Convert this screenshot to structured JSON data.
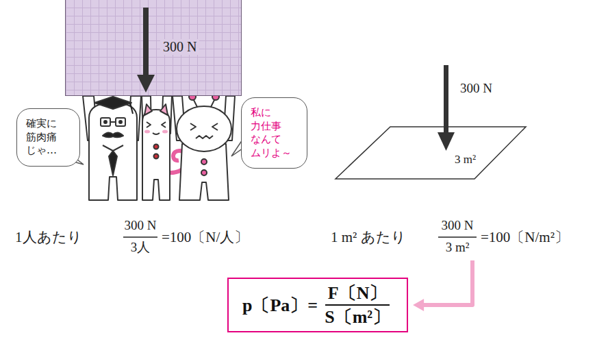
{
  "diagram": {
    "nodes": [
      {
        "text": [
          "300 N"
        ]
      },
      {
        "text": [
          "確実に 筋肉痛 じゃ…"
        ]
      },
      {
        "text": [
          "私に 力仕事 なんて ムリよ～"
        ]
      },
      {
        "text": [
          "3 m²"
        ]
      },
      {
        "text": [
          "p〔Pa〕=",
          "F〔N〕",
          "S〔m²〕"
        ]
      }
    ],
    "labels": [
      "300 N",
      "1人あたり",
      "300 N",
      "3人",
      "=100〔N/人〕",
      "1 m² あたり",
      "300 N",
      "3 m²",
      "=100〔N/m²〕"
    ]
  }
}
